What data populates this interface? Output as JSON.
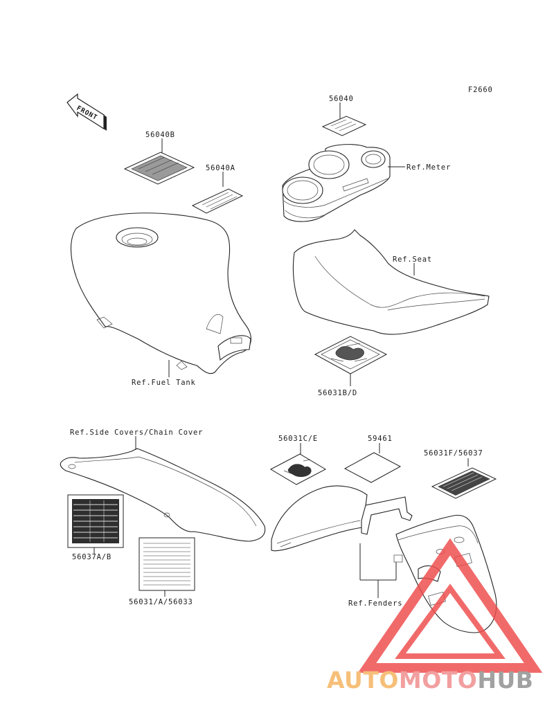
{
  "figure_code": "F2660",
  "direction_label": "FRONT",
  "labels": {
    "p56040": "56040",
    "p56040B": "56040B",
    "p56040A": "56040A",
    "ref_meter": "Ref.Meter",
    "ref_seat": "Ref.Seat",
    "ref_fuel_tank": "Ref.Fuel Tank",
    "p56031BD": "56031B/D",
    "ref_side_covers": "Ref.Side Covers/Chain Cover",
    "p56031CE": "56031C/E",
    "p59461": "59461",
    "p56031F": "56031F/56037",
    "p56037AB": "56037A/B",
    "p56031A": "56031/A/56033",
    "ref_fenders": "Ref.Fenders"
  },
  "watermark": {
    "part1": "AUTO",
    "part2": "MOTO",
    "part3": "HUB",
    "color1": "#f5b25c",
    "color2": "#f08a8a",
    "color3": "#8d8d8d",
    "triangle_color": "#ef4a4a"
  }
}
